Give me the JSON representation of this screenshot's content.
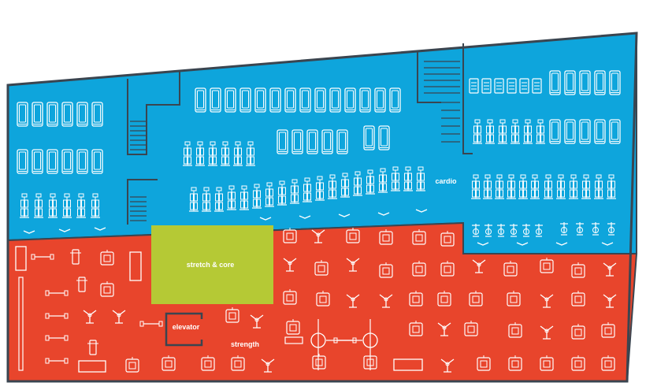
{
  "floor_plan": {
    "zones": {
      "cardio": {
        "label": "cardio",
        "color": "#0ea5dc"
      },
      "strength": {
        "label": "strength",
        "color": "#e8452c"
      },
      "stretch_core": {
        "label": "stretch & core",
        "color": "#b5c935"
      },
      "elevator": {
        "label": "elevator"
      }
    },
    "colors": {
      "outline": "#3a4550",
      "equipment": "#ffffff"
    },
    "equipment_icons": {
      "cardio": [
        "treadmill-icon",
        "elliptical-icon",
        "stair-climber-icon",
        "bike-icon",
        "fan-icon"
      ],
      "strength": [
        "weight-machine-icon",
        "bench-icon",
        "rack-icon",
        "dumbbell-icon"
      ],
      "structure": [
        "stairs-icon",
        "elevator-icon"
      ]
    }
  }
}
